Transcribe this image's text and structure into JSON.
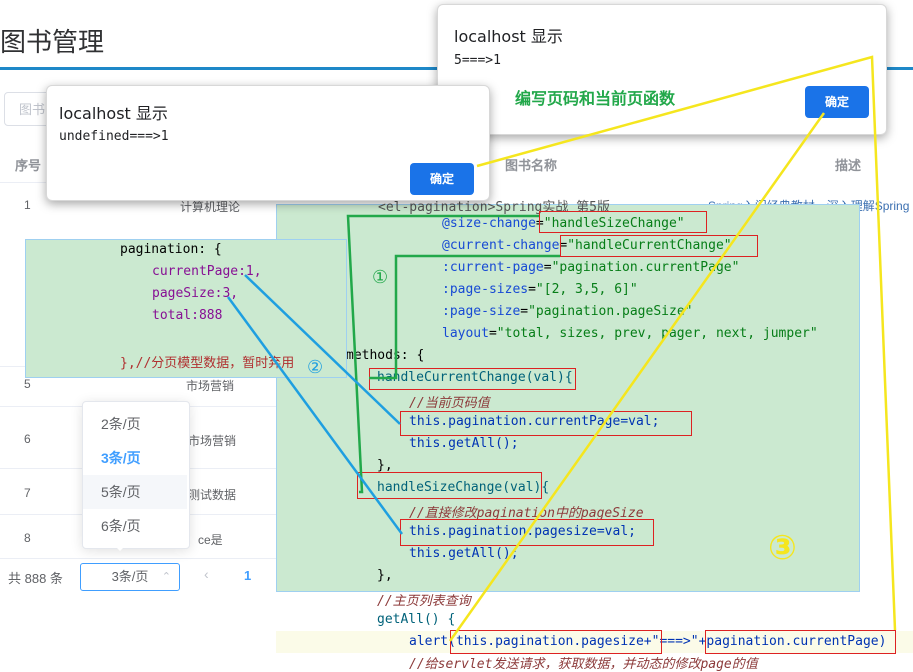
{
  "app": {
    "title": "图书管理",
    "search_placeholder": "图书"
  },
  "table": {
    "headers": [
      "序号",
      "图书名称",
      "描述"
    ],
    "rows": [
      {
        "index": "1",
        "category": "计算机理论",
        "desc": "Spring入门经典教材，深入理解Spring"
      },
      {
        "index": "5",
        "category": "市场营销"
      },
      {
        "index": "6",
        "category": "市场营销"
      },
      {
        "index": "7",
        "category": "测试数据"
      },
      {
        "index": "8",
        "category": "ce是"
      }
    ],
    "partial_row1_name": "<el-pagination> Spring实战 第5版"
  },
  "pagination": {
    "total": "共 888 条",
    "size": "3条/页",
    "page": "1",
    "options": [
      "2条/页",
      "3条/页",
      "5条/页",
      "6条/页"
    ],
    "selected_index": 1,
    "hover_index": 2
  },
  "dialog_top": {
    "title": "localhost 显示",
    "message": "5===>1",
    "button": "确定"
  },
  "dialog_left": {
    "title": "localhost 显示",
    "message": "undefined===>1",
    "button": "确定"
  },
  "annotation": {
    "caption": "编写页码和当前页函数",
    "marker1": "①",
    "marker2": "②",
    "marker3": "③"
  },
  "code_main": {
    "l0": "<el-pagination>Spring实战 第5版",
    "size_change_attr": "@size-change",
    "size_change_val": "\"handleSizeChange\"",
    "current_change_attr": "@current-change",
    "current_change_val": "\"handleCurrentChange\"",
    "current_page_attr": ":current-page",
    "current_page_val": "\"pagination.currentPage\"",
    "page_sizes_attr": ":page-sizes",
    "page_sizes_val": "\"[2, 3,5, 6]\"",
    "page_size_attr": ":page-size",
    "page_size_val": "\"pagination.pageSize\"",
    "layout_attr": "layout",
    "layout_val": "\"total, sizes, prev, pager, next, jumper\"",
    "methods": "methods: {",
    "hcc_sig": "handleCurrentChange(val){",
    "cmt_current": "//当前页码值",
    "hcc_body": "this.pagination.currentPage=val;",
    "getall1": "this.getAll();",
    "close1": "},",
    "hsc_sig": "handleSizeChange(val){",
    "cmt_size": "//直接修改pagination中的pageSize",
    "hsc_body": "this.pagination.pagesize=val;",
    "getall2": "this.getAll();",
    "close2": "},",
    "cmt_list": "//主页列表查询",
    "getall_sig": "getAll() {",
    "alert_line": "alert(this.pagination.pagesize+\"===>\"+pagination.currentPage)",
    "cmt_servlet": "//给servlet发送请求，获取数据，并动态的修改page的值"
  },
  "code_side": {
    "l1": "pagination: {",
    "l2": "currentPage:1,",
    "l3": "pageSize:3,",
    "l4": "total:888",
    "l5": "},//分页模型数据，暂时弃用"
  },
  "colors": {
    "accent": "#409eff",
    "code_bg": "#cbe9d0",
    "green_line": "#22a84a",
    "blue_line": "#1f9fe0",
    "yellow_line": "#f5e61e",
    "red_box": "#dd2222"
  }
}
